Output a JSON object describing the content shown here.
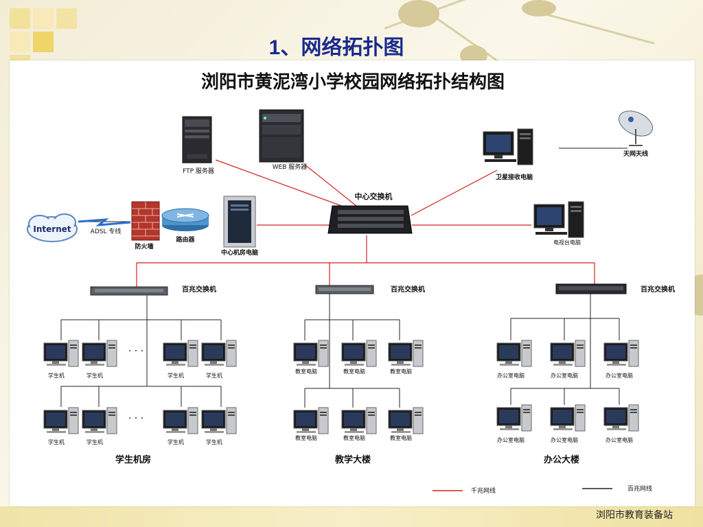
{
  "slide": {
    "title": "1、网络拓扑图",
    "footer": "浏阳市教育装备站"
  },
  "diagram": {
    "title": "浏阳市黄泥湾小学校园网络拓扑结构图",
    "ftp_server": "FTP 服务器",
    "web_server": "WEB 服务器",
    "core_switch": "中心交换机",
    "sat_pc": "卫星接收电脑",
    "antenna": "天网天线",
    "internet": "Internet",
    "adsl": "ADSL 专线",
    "firewall": "防火墙",
    "router": "路由器",
    "core_room_pc": "中心机房电脑",
    "tv_pc": "电视台电脑",
    "switch_left": "百兆交换机",
    "switch_mid": "百兆交换机",
    "switch_right": "百兆交换机",
    "student_pc": "学生机",
    "classroom_pc": "教室电脑",
    "office_pc": "办公室电脑",
    "ellipsis": "· · ·",
    "group_students": "学生机房",
    "group_teaching": "教学大楼",
    "group_office": "办公大楼",
    "legend_gigabit": "千兆网线",
    "legend_100m": "百兆网线"
  },
  "colors": {
    "gigabit": "#d42020",
    "fast": "#222222",
    "title_blue": "#1a2a8c"
  }
}
